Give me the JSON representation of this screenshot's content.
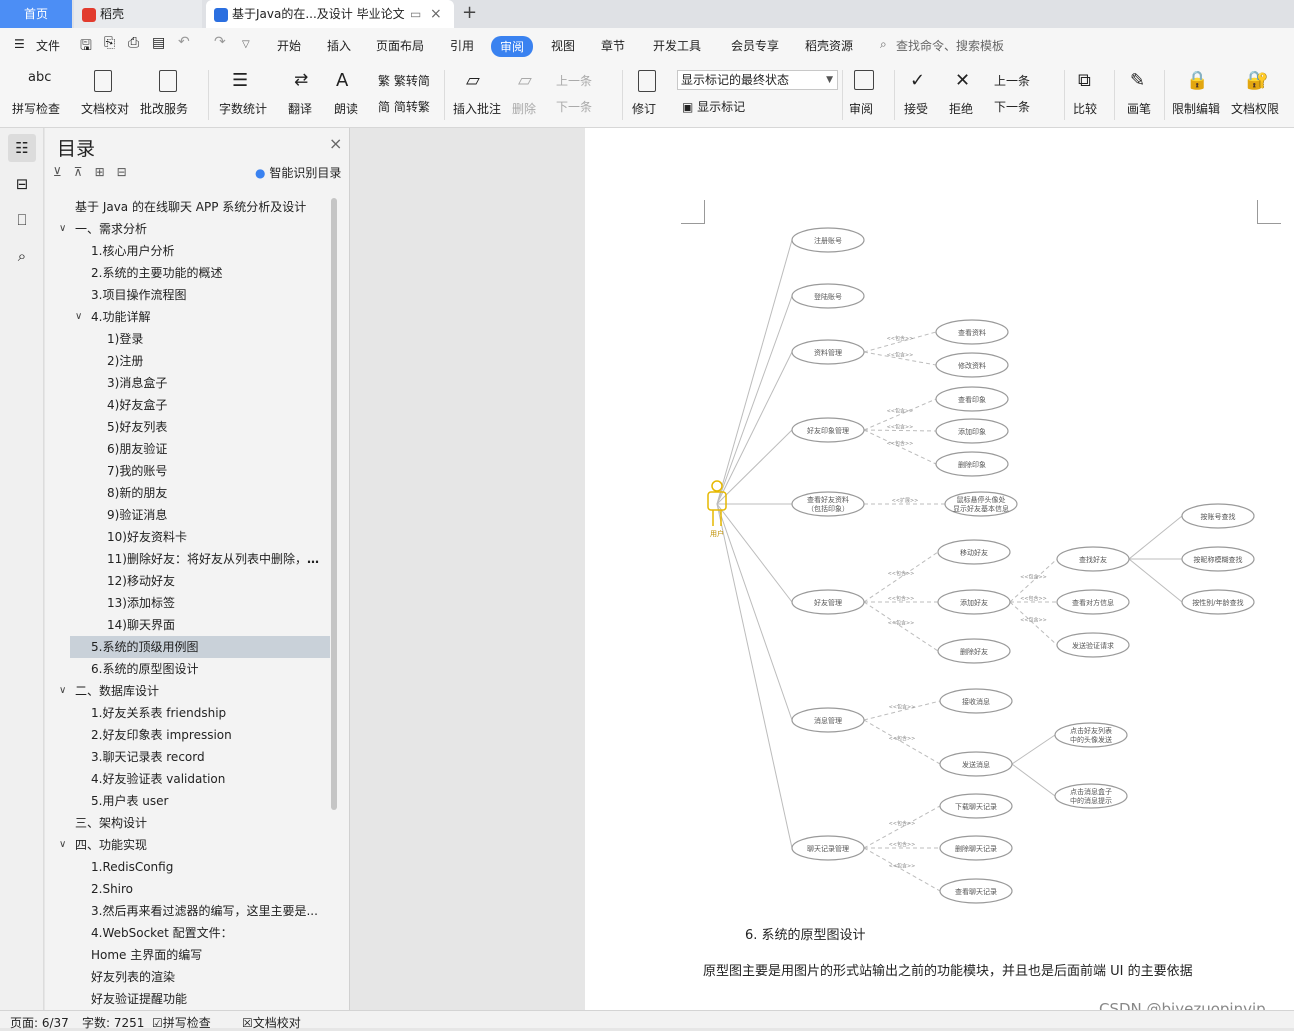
{
  "tabs": {
    "home": "首页",
    "daoke": "稻壳",
    "doc": "基于Java的在...及设计 毕业论文",
    "new_tab": "+"
  },
  "menu": {
    "file": "文件",
    "items": [
      "开始",
      "插入",
      "页面布局",
      "引用",
      "审阅",
      "视图",
      "章节",
      "开发工具",
      "会员专享",
      "稻壳资源"
    ],
    "active": "审阅",
    "search": "查找命令、搜索模板"
  },
  "ribbon": {
    "spell": "拼写检查",
    "proof": "文档校对",
    "annotate_service": "批改服务",
    "word_count": "字数统计",
    "translate": "翻译",
    "read_aloud": "朗读",
    "trad": "繁转简",
    "simp": "简转繁",
    "insert_comment": "插入批注",
    "delete": "删除",
    "prev": "上一条",
    "next": "下一条",
    "revise": "修订",
    "markup_select": "显示标记的最终状态",
    "show_markup": "显示标记",
    "review": "审阅",
    "accept": "接受",
    "reject": "拒绝",
    "prev2": "上一条",
    "next2": "下一条",
    "compare": "比较",
    "pen": "画笔",
    "restrict": "限制编辑",
    "doc_perm": "文档权限"
  },
  "toc": {
    "title": "目录",
    "smart": "智能识别目录",
    "items": [
      {
        "label": "基于 Java 的在线聊天 APP 系统分析及设计",
        "level": 0
      },
      {
        "label": "一、需求分析",
        "level": 0,
        "chev": true
      },
      {
        "label": "1.核心用户分析",
        "level": 1
      },
      {
        "label": "2.系统的主要功能的概述",
        "level": 1
      },
      {
        "label": "3.项目操作流程图",
        "level": 1
      },
      {
        "label": "4.功能详解",
        "level": 1,
        "chev": true
      },
      {
        "label": "1)登录",
        "level": 2
      },
      {
        "label": "2)注册",
        "level": 2
      },
      {
        "label": "3)消息盒子",
        "level": 2
      },
      {
        "label": "4)好友盒子",
        "level": 2
      },
      {
        "label": "5)好友列表",
        "level": 2
      },
      {
        "label": "6)朋友验证",
        "level": 2
      },
      {
        "label": "7)我的账号",
        "level": 2
      },
      {
        "label": "8)新的朋友",
        "level": 2
      },
      {
        "label": "9)验证消息",
        "level": 2
      },
      {
        "label": "10)好友资料卡",
        "level": 2
      },
      {
        "label": "11)删除好友：将好友从列表中删除，",
        "level": 2,
        "more": true
      },
      {
        "label": "12)移动好友",
        "level": 2
      },
      {
        "label": "13)添加标签",
        "level": 2
      },
      {
        "label": "14)聊天界面",
        "level": 2
      },
      {
        "label": "5.系统的顶级用例图",
        "level": 1,
        "selected": true
      },
      {
        "label": "6.系统的原型图设计",
        "level": 1
      },
      {
        "label": "二、数据库设计",
        "level": 0,
        "chev": true
      },
      {
        "label": "1.好友关系表 friendship",
        "level": 1
      },
      {
        "label": "2.好友印象表 impression",
        "level": 1
      },
      {
        "label": "3.聊天记录表 record",
        "level": 1
      },
      {
        "label": "4.好友验证表 validation",
        "level": 1
      },
      {
        "label": "5.用户表 user",
        "level": 1
      },
      {
        "label": "三、架构设计",
        "level": 0
      },
      {
        "label": "四、功能实现",
        "level": 0,
        "chev": true
      },
      {
        "label": "1.RedisConfig",
        "level": 1
      },
      {
        "label": "2.Shiro",
        "level": 1
      },
      {
        "label": "3.然后再来看过滤器的编写，这里主要是...",
        "level": 1
      },
      {
        "label": "4.WebSocket 配置文件：",
        "level": 1
      },
      {
        "label": "Home 主界面的编写",
        "level": 1
      },
      {
        "label": "好友列表的渲染",
        "level": 1
      },
      {
        "label": "好友验证提醒功能",
        "level": 1
      }
    ]
  },
  "diagram": {
    "actor": "用户",
    "include": "<<包含>>",
    "extend": "<<扩展>>",
    "nodes": {
      "register": "注册账号",
      "login": "登陆账号",
      "profile": "资料管理",
      "view_profile": "查看资料",
      "edit_profile": "修改资料",
      "impression": "好友印象管理",
      "view_imp": "查看印象",
      "add_imp": "添加印象",
      "del_imp": "删除印象",
      "view_friend_1": "查看好友资料",
      "view_friend_2": "（包括印象）",
      "hover_1": "鼠标悬停头像处",
      "hover_2": "显示好友基本信息",
      "friend_mgmt": "好友管理",
      "move_friend": "移动好友",
      "add_friend": "添加好友",
      "del_friend": "删除好友",
      "find_friend": "查找好友",
      "view_other": "查看对方信息",
      "send_verify": "发送验证请求",
      "by_account": "按账号查找",
      "by_nick": "按昵称模糊查找",
      "by_gender": "按性别/年龄查找",
      "msg_mgmt": "消息管理",
      "recv_msg": "接收消息",
      "send_msg": "发送消息",
      "click_avatar_1": "点击好友列表",
      "click_avatar_2": "中的头像发送",
      "click_box_1": "点击消息盒子",
      "click_box_2": "中的消息提示",
      "chat_mgmt": "聊天记录管理",
      "dl_chat": "下载聊天记录",
      "rm_chat": "删除聊天记录",
      "view_chat": "查看聊天记录"
    }
  },
  "doc": {
    "heading": "6.  系统的原型图设计",
    "para": "原型图主要是用图片的形式站输出之前的功能模块，并且也是后面前端 UI 的主要依据"
  },
  "watermark": "CSDN @biyezuopinvip",
  "status": {
    "page": "页面: 6/37",
    "words": "字数: 7251",
    "spell": "拼写检查",
    "proof": "文档校对"
  }
}
